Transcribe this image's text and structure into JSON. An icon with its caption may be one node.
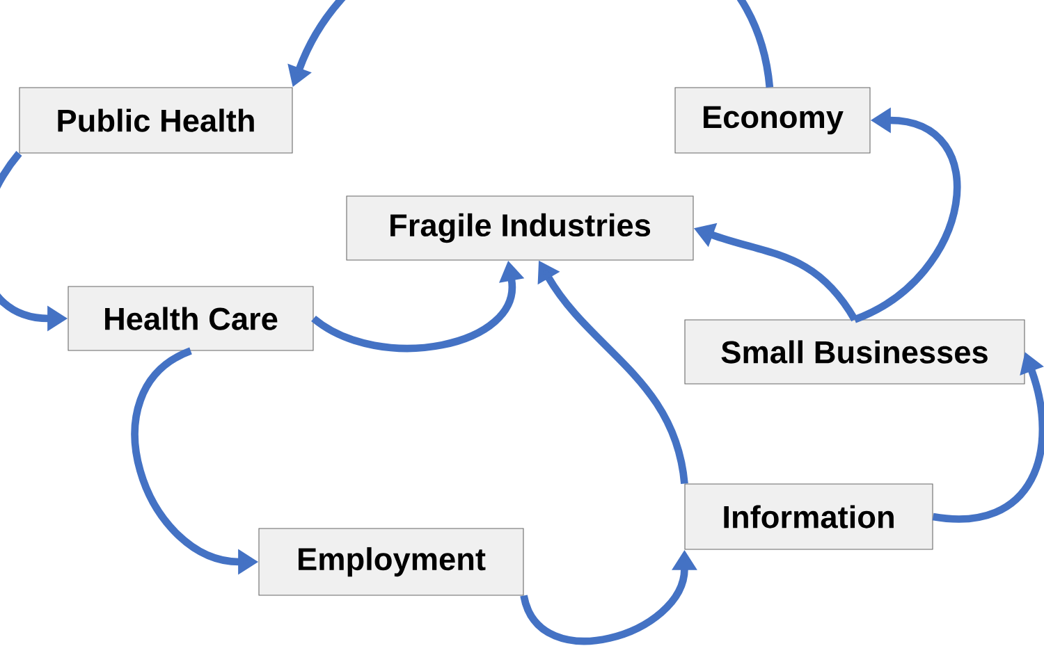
{
  "diagram": {
    "nodes": [
      {
        "text": [
          "Public Health"
        ]
      },
      {
        "text": [
          "Economy"
        ]
      },
      {
        "text": [
          "Fragile Industries"
        ]
      },
      {
        "text": [
          "Health Care"
        ]
      },
      {
        "text": [
          "Small Businesses"
        ]
      },
      {
        "text": [
          "Information"
        ]
      },
      {
        "text": [
          "Employment"
        ]
      }
    ],
    "edges": [
      {
        "from": 1,
        "to": 0,
        "arrow": "to"
      },
      {
        "from": 0,
        "to": 3,
        "arrow": "to"
      },
      {
        "from": 3,
        "to": 2,
        "arrow": "to"
      },
      {
        "from": 4,
        "to": 1,
        "arrow": "to"
      },
      {
        "from": 4,
        "to": 2,
        "arrow": "to"
      },
      {
        "from": 5,
        "to": 4,
        "arrow": "to"
      },
      {
        "from": 5,
        "to": 2,
        "arrow": "to"
      },
      {
        "from": 3,
        "to": 6,
        "arrow": "to"
      },
      {
        "from": 6,
        "to": 5,
        "arrow": "to"
      }
    ]
  }
}
